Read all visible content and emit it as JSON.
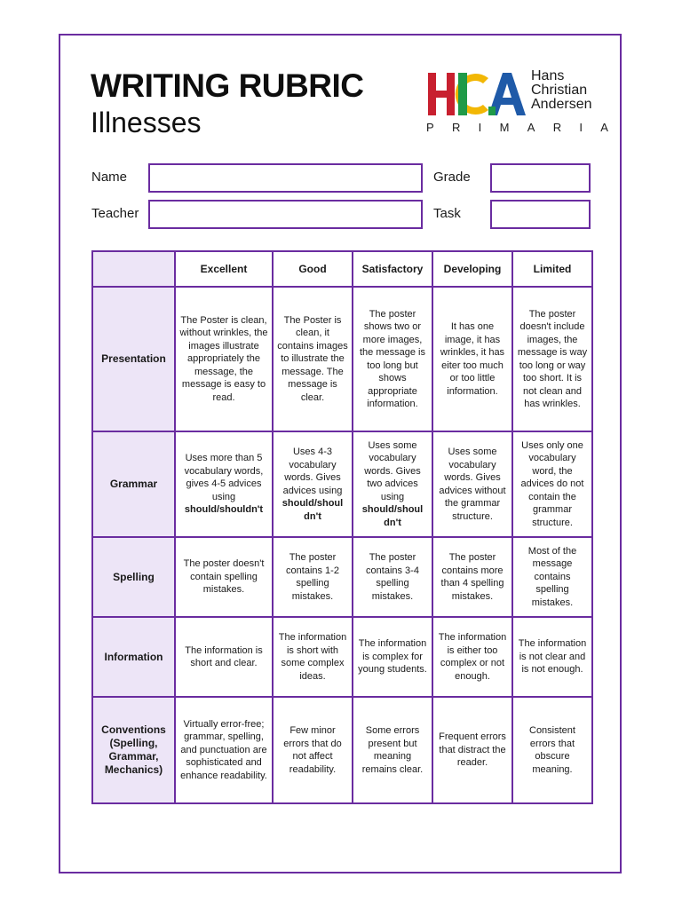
{
  "header": {
    "title": "WRITING RUBRIC",
    "subtitle": "Illnesses"
  },
  "logo": {
    "line1": "Hans",
    "line2": "Christian",
    "line3": "Andersen",
    "letters": [
      "P",
      "R",
      "I",
      "M",
      "A",
      "R",
      "I",
      "A"
    ],
    "colors": {
      "red": "#c8202f",
      "yellow": "#f2b705",
      "green": "#1f9a48",
      "blue": "#1f5aa8"
    }
  },
  "form": {
    "name_label": "Name",
    "teacher_label": "Teacher",
    "grade_label": "Grade",
    "task_label": "Task",
    "name_value": "",
    "teacher_value": "",
    "grade_value": "",
    "task_value": ""
  },
  "rubric": {
    "columns": [
      "Excellent",
      "Good",
      "Satisfactory",
      "Developing",
      "Limited"
    ],
    "rows": [
      {
        "criterion": "Presentation",
        "cells": [
          "The Poster is clean, without wrinkles, the images illustrate appropriately the message, the message is easy to read.",
          "The Poster is clean, it contains images to illustrate the message. The message is clear.",
          "The poster shows two or more images, the message is too long but shows appropriate information.",
          "It has one image, it has wrinkles, it has eiter too much or too little information.",
          "The poster doesn't include images, the message is way too long or way too short. It is not clean and has wrinkles."
        ]
      },
      {
        "criterion": "Grammar",
        "cells": [
          {
            "text": "Uses more than 5 vocabulary words, gives 4-5 advices using",
            "bold": "should/shouldn't"
          },
          {
            "text": "Uses 4-3 vocabulary words. Gives advices using",
            "bold": "should/shoul dn't"
          },
          {
            "text": "Uses some vocabulary words. Gives two advices using",
            "bold": "should/shoul dn't"
          },
          {
            "text": "Uses some vocabulary words. Gives advices without the grammar structure.",
            "bold": ""
          },
          {
            "text": "Uses only one vocabulary word, the advices do not contain the grammar structure.",
            "bold": ""
          }
        ]
      },
      {
        "criterion": "Spelling",
        "cells": [
          "The poster doesn't contain spelling mistakes.",
          "The poster contains 1-2 spelling mistakes.",
          "The poster contains 3-4 spelling mistakes.",
          "The poster contains more than 4 spelling mistakes.",
          "Most of the message contains spelling mistakes."
        ]
      },
      {
        "criterion": "Information",
        "cells": [
          "The information is short and clear.",
          "The information is short with some complex ideas.",
          "The information is complex for young students.",
          "The information is either too complex or not enough.",
          "The information is not clear and is not enough."
        ]
      },
      {
        "criterion": "Conventions (Spelling, Grammar, Mechanics)",
        "cells": [
          "Virtually error-free; grammar, spelling, and punctuation are sophisticated and enhance readability.",
          "Few minor errors that do not affect readability.",
          "Some errors present but meaning remains clear.",
          "Frequent errors that distract the reader.",
          "Consistent errors that obscure meaning."
        ]
      }
    ]
  },
  "accent_color": "#6a2ca0",
  "header_fill": "#ede5f7"
}
